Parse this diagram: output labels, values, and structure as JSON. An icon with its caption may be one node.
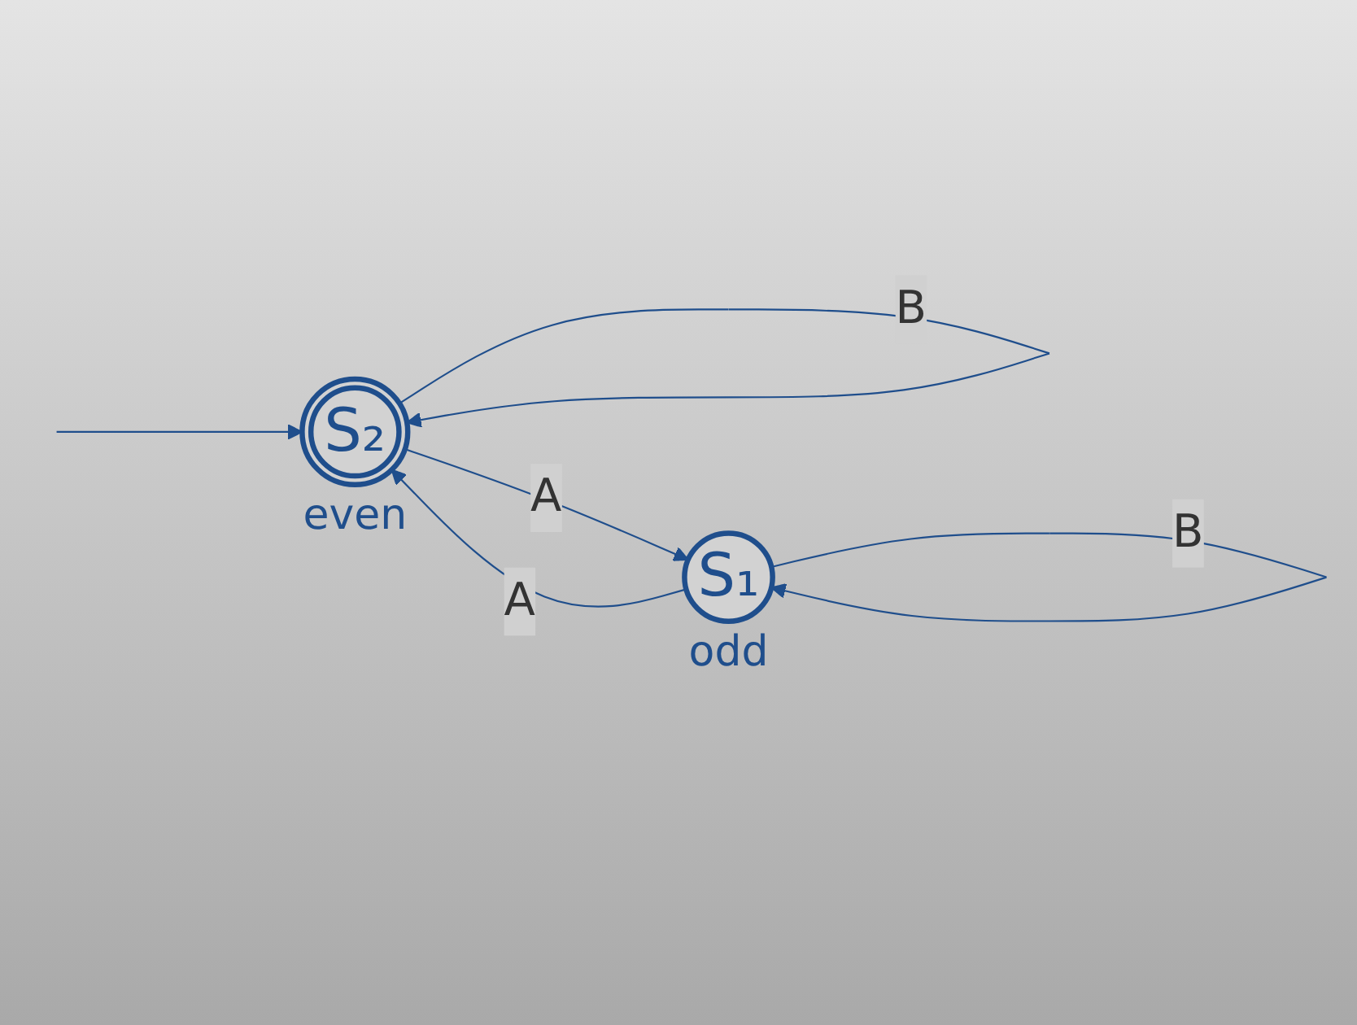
{
  "diagram": {
    "nodes": [
      {
        "text": [
          "S₂"
        ],
        "beside": [
          "even"
        ]
      },
      {
        "text": [
          "S₁"
        ],
        "beside": [
          "odd"
        ]
      }
    ],
    "edges": [
      {
        "from": null,
        "to": 0,
        "arrow": "to"
      },
      {
        "from": 0,
        "to": 0,
        "label": "B",
        "arrow": "to"
      },
      {
        "from": 1,
        "to": 0,
        "label": "A",
        "arrow": "to"
      },
      {
        "from": 0,
        "to": 1,
        "label": "A",
        "arrow": "to"
      },
      {
        "from": 1,
        "to": 1,
        "label": "B",
        "arrow": "to"
      }
    ]
  }
}
